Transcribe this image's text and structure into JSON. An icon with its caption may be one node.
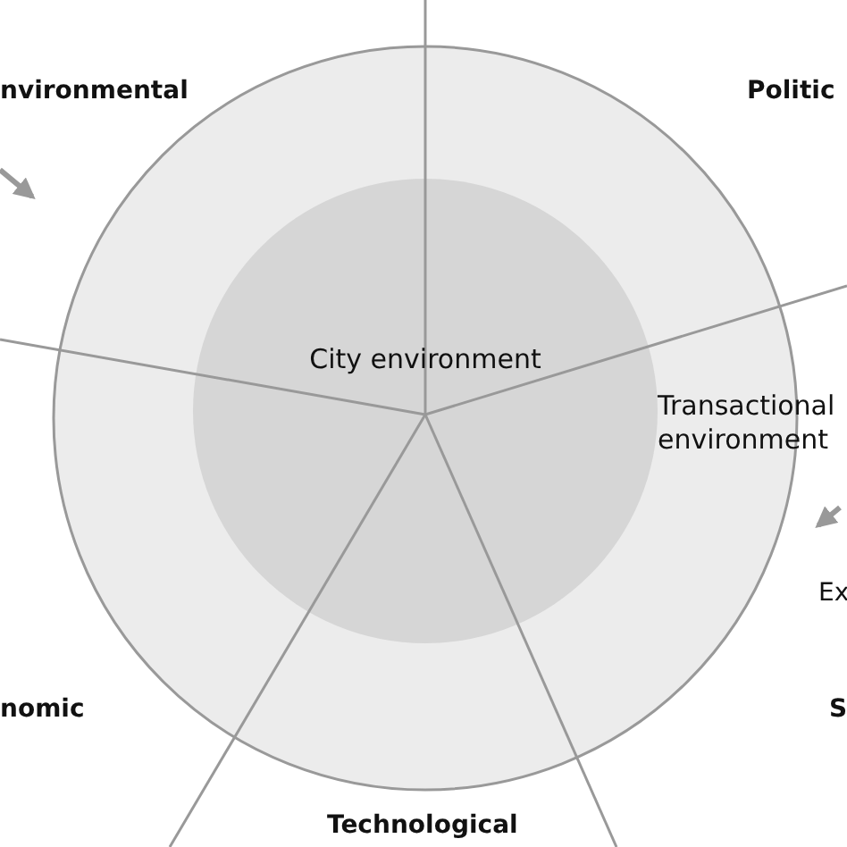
{
  "diagram": {
    "nodes": [
      {
        "text": [
          "Transactional environment"
        ]
      },
      {
        "text": [
          "City environment"
        ],
        "in": 0
      }
    ],
    "labels": [
      "nvironmental",
      "Politic",
      "Ex",
      "nomic",
      "S",
      "Technological"
    ]
  }
}
